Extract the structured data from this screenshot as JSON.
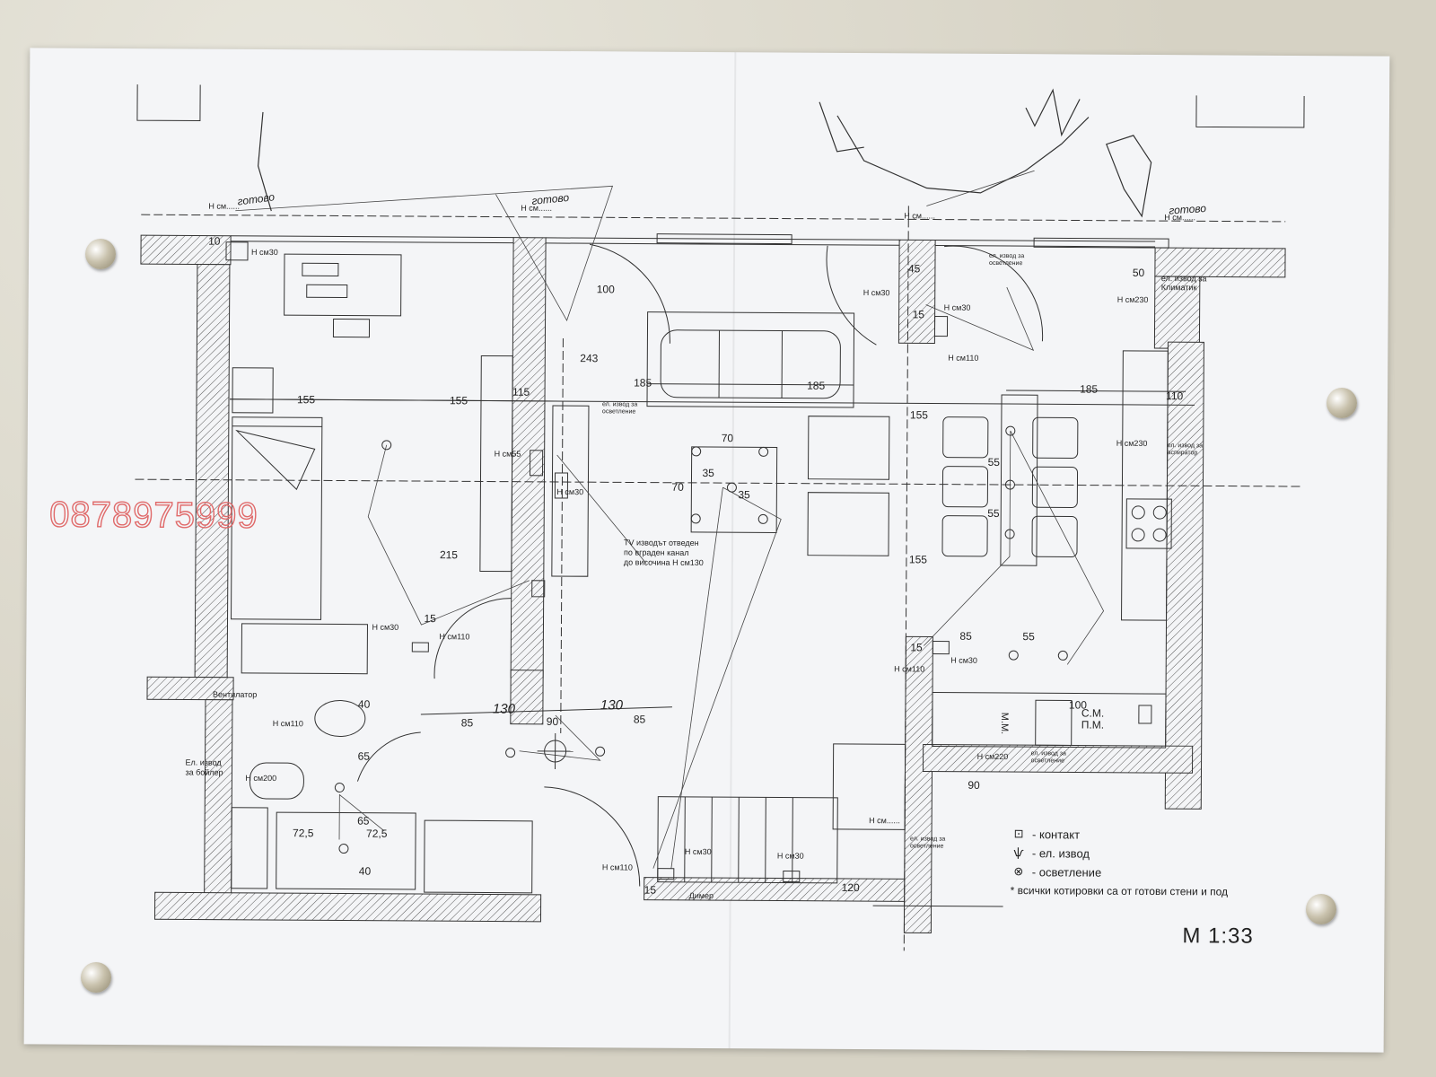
{
  "watermark": {
    "phone": "0878975999"
  },
  "dimensions": {
    "d10": "10",
    "d100": "100",
    "d243": "243",
    "d155a": "155",
    "d155b": "155",
    "d115": "115",
    "d185a": "185",
    "d185b": "185",
    "d185c": "185",
    "d155c": "155",
    "d155d": "155",
    "d215": "215",
    "d70a": "70",
    "d70b": "70",
    "d35a": "35",
    "d35b": "35",
    "d55a": "55",
    "d55b": "55",
    "d55c": "55",
    "d45": "45",
    "d15a": "15",
    "d15b": "15",
    "d15c": "15",
    "d50": "50",
    "d110": "110",
    "d85a": "85",
    "d85b": "85",
    "d85c": "85",
    "d90a": "90",
    "d90b": "90",
    "d40a": "40",
    "d40b": "40",
    "d65a": "65",
    "d65b": "65",
    "d72a": "72,5",
    "d72b": "72,5",
    "d100b": "100",
    "d120": "120",
    "d15d": "15",
    "d130a": "130",
    "d130b": "130"
  },
  "annotations": {
    "hcm30_a": "H см30",
    "hcm30_b": "H см30",
    "hcm30_c": "H см30",
    "hcm30_d": "H см30",
    "hcm30_e": "H см30",
    "hcm30_f": "H см30",
    "hcm30_g": "H см30",
    "hcm30_h": "H см30",
    "hcm55": "H см55",
    "hcm110_a": "H см110",
    "hcm110_b": "H см110",
    "hcm110_c": "H см110",
    "hcm110_d": "H см110",
    "hcm110_e": "H см110",
    "hcm200": "H см200",
    "hcm220": "H см220",
    "hcm230": "H см230",
    "hcm230b": "H см230",
    "ventilator": "Вентилатор",
    "boiler": "Ел. извод\nза бойлер",
    "lighting_a": "ел. извод за\nосветление",
    "lighting_b": "ел. извод за\nосветление",
    "lighting_c": "ел. извод за\nосветление",
    "aircon": "ел. извод за\nКлиматик",
    "hood": "ел. извод за\nаспиратор",
    "hood2": "ел. извод за\nосветление",
    "tv_note": "TV изводът отведен\nпо вграден канал\nдо височина H см130",
    "sm_pm": "С.М.\nП.М.",
    "mm": "М.М.",
    "dimmer": "Димер",
    "hcm_top_a": "H см......",
    "hcm_top_b": "H см......",
    "hcm_top_c": "H см......",
    "hcm_top_d": "H см......",
    "hcm_bottom": "H см......",
    "hand_ready_a": "готово",
    "hand_ready_b": "готово",
    "hand_ready_c": "готово"
  },
  "legend": {
    "contact": "- контакт",
    "outlet": "- ел. извод",
    "lighting": "- осветление",
    "note": "* всички котировки са от готови стени и под"
  },
  "scale": {
    "label": "М 1:33"
  },
  "icons": {
    "contact": "socket-icon",
    "outlet": "outlet-icon",
    "lighting": "light-icon",
    "pin": "pushpin-icon"
  }
}
